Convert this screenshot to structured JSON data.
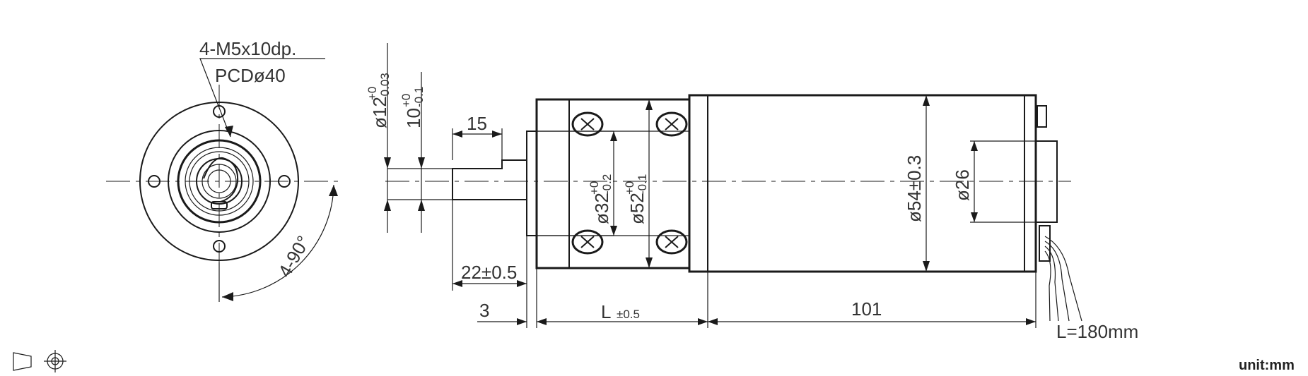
{
  "front_view": {
    "hole_note": "4-M5x10dp.",
    "pcd_note": "PCDø40",
    "angle_note": "4-90°"
  },
  "side_view": {
    "shaft_diameter": {
      "main": "ø12",
      "tol_upper": "+0",
      "tol_lower": "-0.03"
    },
    "shaft_flat": {
      "main": "10",
      "tol_upper": "+0",
      "tol_lower": "-0.1"
    },
    "flat_length": "15",
    "pilot_diameter": {
      "main": "ø32",
      "tol_upper": "+0",
      "tol_lower": "-0.2"
    },
    "flange_diameter": {
      "main": "ø52",
      "tol_upper": "+0",
      "tol_lower": "-0.1"
    },
    "motor_diameter": "ø54±0.3",
    "rear_boss_diameter": "ø26",
    "shaft_length": "22±0.5",
    "pilot_length": "3",
    "gearbox_length": {
      "main": "L",
      "tol": "±0.5"
    },
    "motor_length": "101",
    "lead_length": "L=180mm"
  },
  "projection_symbol": "first-angle-projection-icon",
  "unit_label": "unit:mm"
}
